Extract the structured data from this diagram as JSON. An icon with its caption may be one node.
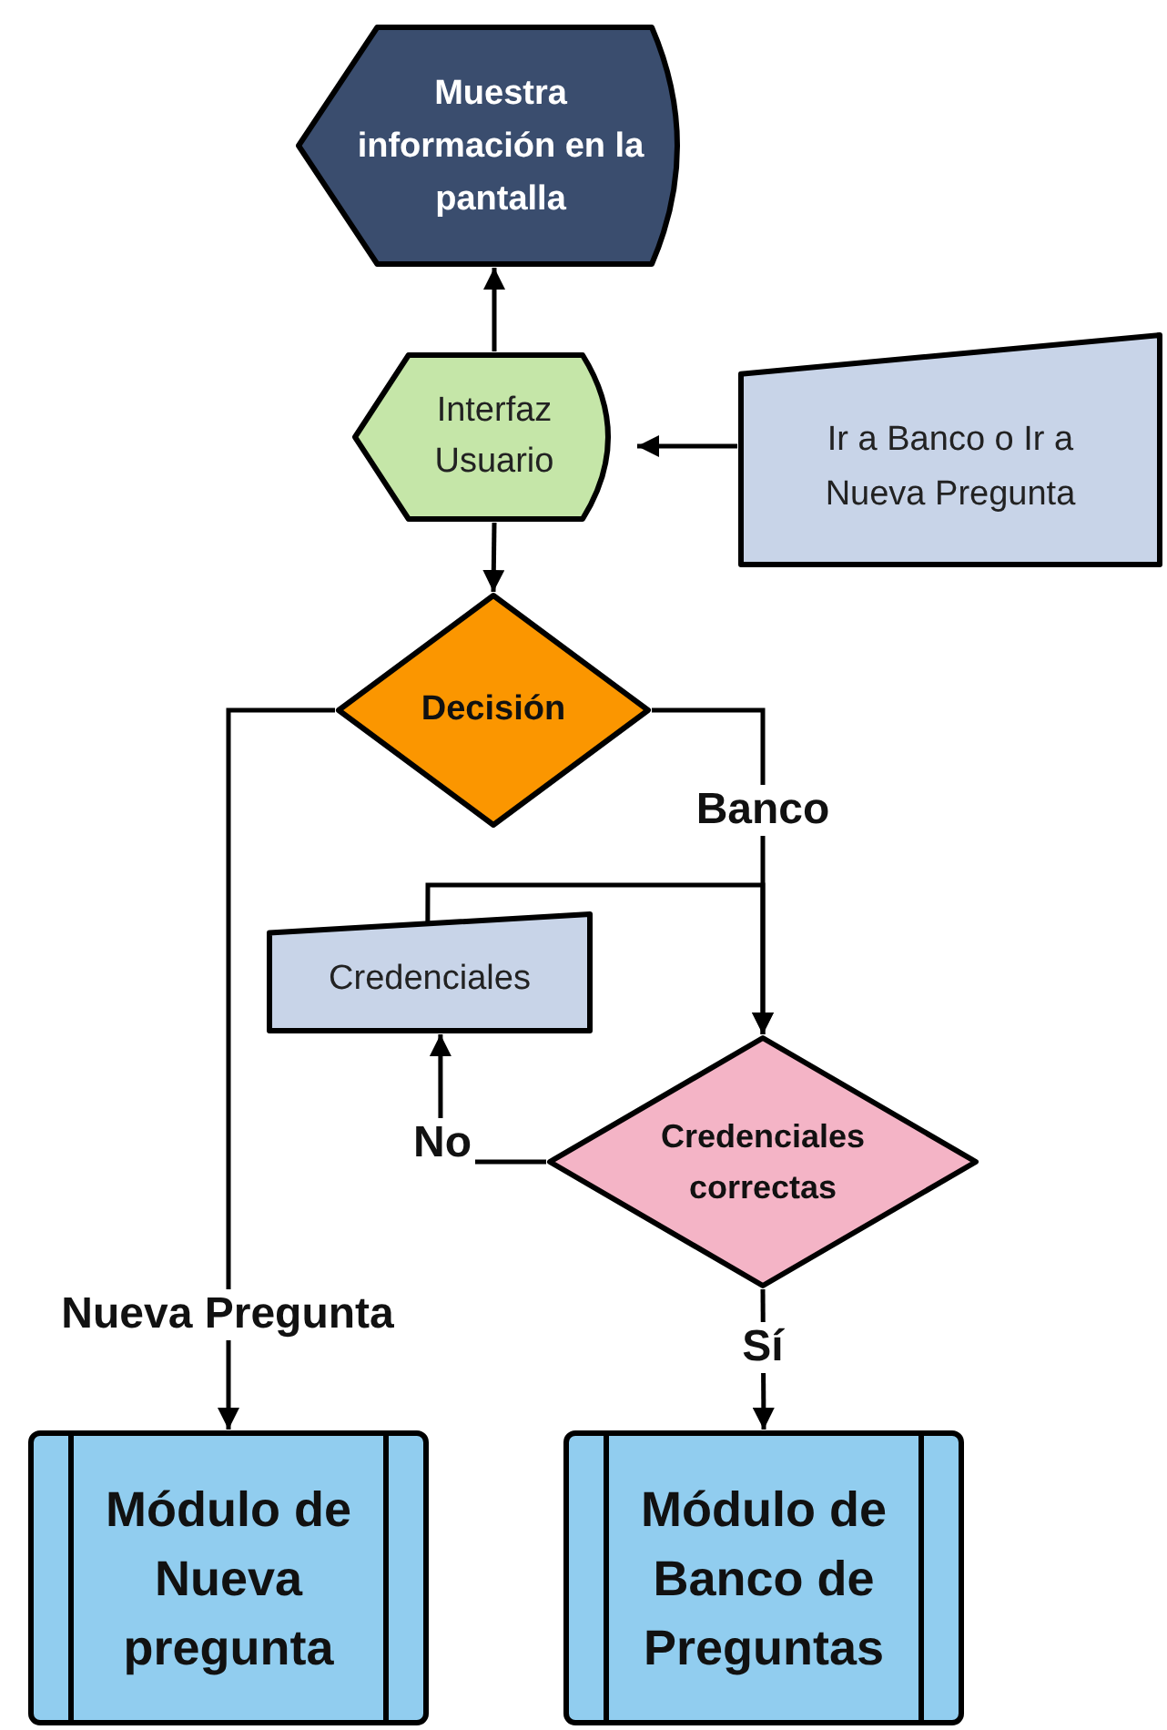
{
  "diagram": {
    "nodes": [
      {
        "text": [
          "Muestra información en la pantalla"
        ]
      },
      {
        "text": [
          "Interfaz Usuario"
        ]
      },
      {
        "text": [
          "Ir a Banco o Ir a Nueva Pregunta"
        ]
      },
      {
        "text": [
          "Decisión"
        ]
      },
      {
        "text": [
          "Credenciales"
        ]
      },
      {
        "text": [
          "Credenciales correctas"
        ]
      },
      {
        "text": [
          "Módulo de Nueva pregunta"
        ]
      },
      {
        "text": [
          "Módulo de Banco de Preguntas"
        ]
      }
    ],
    "edges": [
      {
        "from": 1,
        "to": 0,
        "arrow": "to"
      },
      {
        "from": 2,
        "to": 1,
        "arrow": "to"
      },
      {
        "from": 1,
        "to": 3,
        "arrow": "to"
      },
      {
        "from": 3,
        "to": 6,
        "arrow": "to",
        "label": "Nueva Pregunta"
      },
      {
        "from": 3,
        "to": 5,
        "arrow": "to",
        "label": "Banco"
      },
      {
        "from": 5,
        "to": 4,
        "arrow": "to",
        "label": "No"
      },
      {
        "from": 4,
        "to": 5,
        "arrow": "to"
      },
      {
        "from": 5,
        "to": 7,
        "arrow": "to",
        "label": "Sí"
      }
    ]
  }
}
